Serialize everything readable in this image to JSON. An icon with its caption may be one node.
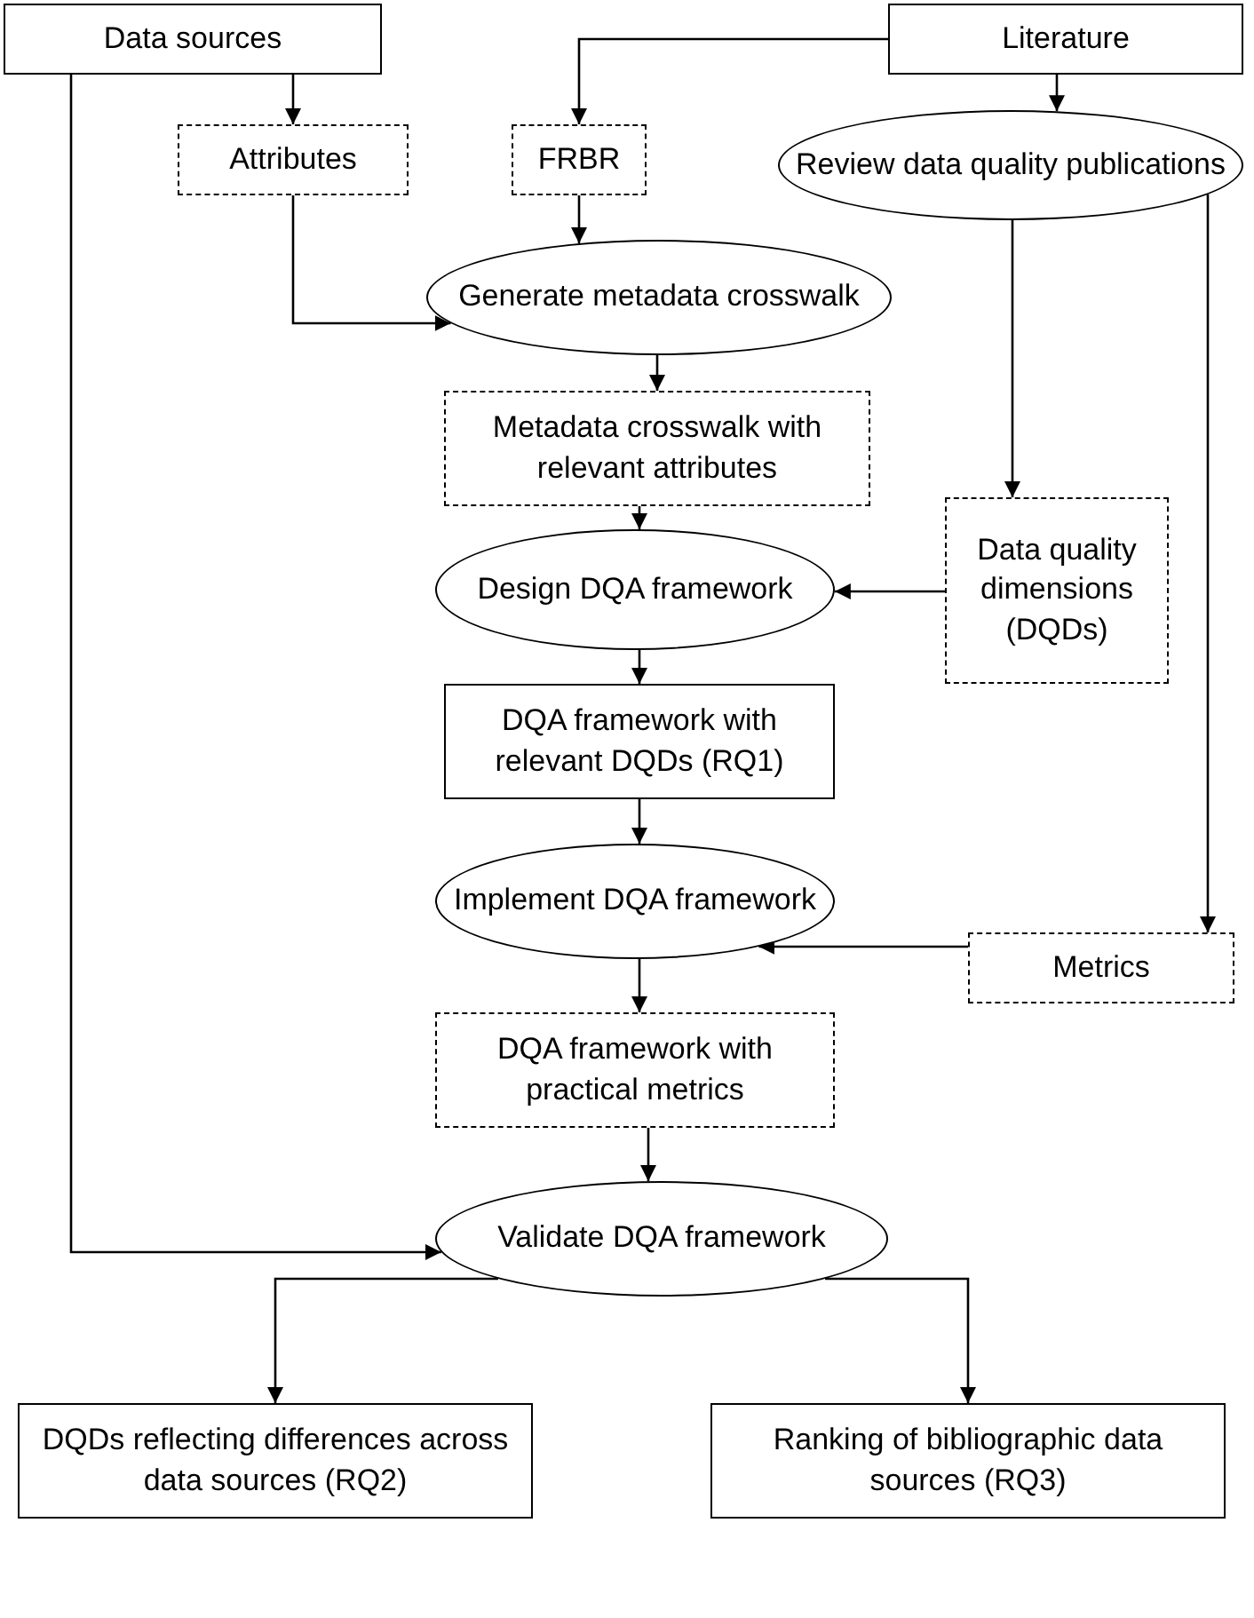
{
  "diagram": {
    "nodes": [
      {
        "text": [
          "Data sources"
        ]
      },
      {
        "text": [
          "Literature"
        ]
      },
      {
        "text": [
          "Attributes"
        ]
      },
      {
        "text": [
          "FRBR"
        ]
      },
      {
        "text": [
          "Review data quality publications"
        ]
      },
      {
        "text": [
          "Generate metadata crosswalk"
        ]
      },
      {
        "text": [
          "Metadata crosswalk with relevant attributes"
        ]
      },
      {
        "text": [
          "Design DQA framework"
        ]
      },
      {
        "text": [
          "Data quality dimensions (DQDs)"
        ]
      },
      {
        "text": [
          "DQA framework with relevant DQDs (RQ1)"
        ]
      },
      {
        "text": [
          "Implement DQA framework"
        ]
      },
      {
        "text": [
          "Metrics"
        ]
      },
      {
        "text": [
          "DQA framework with practical metrics"
        ]
      },
      {
        "text": [
          "Validate DQA framework"
        ]
      },
      {
        "text": [
          "DQDs reflecting differences across data sources (RQ2)"
        ]
      },
      {
        "text": [
          "Ranking of bibliographic data sources (RQ3)"
        ]
      }
    ],
    "edges": [
      {
        "from": 0,
        "to": 2,
        "arrow": "to"
      },
      {
        "from": 1,
        "to": 3,
        "arrow": "to"
      },
      {
        "from": 1,
        "to": 4,
        "arrow": "to"
      },
      {
        "from": 2,
        "to": 5,
        "arrow": "to"
      },
      {
        "from": 3,
        "to": 5,
        "arrow": "to"
      },
      {
        "from": 5,
        "to": 6,
        "arrow": "to"
      },
      {
        "from": 6,
        "to": 7,
        "arrow": "to"
      },
      {
        "from": 4,
        "to": 8,
        "arrow": "to"
      },
      {
        "from": 8,
        "to": 7,
        "arrow": "to"
      },
      {
        "from": 7,
        "to": 9,
        "arrow": "to"
      },
      {
        "from": 9,
        "to": 10,
        "arrow": "to"
      },
      {
        "from": 4,
        "to": 11,
        "arrow": "to"
      },
      {
        "from": 11,
        "to": 10,
        "arrow": "to"
      },
      {
        "from": 10,
        "to": 12,
        "arrow": "to"
      },
      {
        "from": 12,
        "to": 13,
        "arrow": "to"
      },
      {
        "from": 0,
        "to": 13,
        "arrow": "to"
      },
      {
        "from": 13,
        "to": 14,
        "arrow": "to"
      },
      {
        "from": 13,
        "to": 15,
        "arrow": "to"
      }
    ]
  }
}
